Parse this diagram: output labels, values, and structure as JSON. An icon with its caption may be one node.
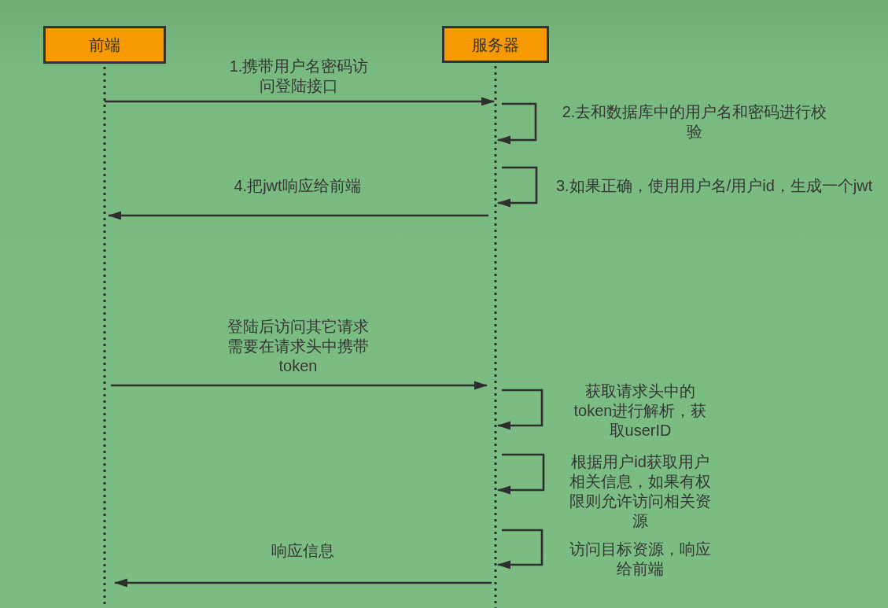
{
  "diagram": {
    "nodes": [
      {
        "text": [
          "前端"
        ]
      },
      {
        "text": [
          "服务器"
        ]
      }
    ],
    "edges": [
      {
        "from": 0,
        "to": 1,
        "arrow": "to",
        "label": "1.携带用户名密码访问登陆接口"
      },
      {
        "from": 1,
        "to": 1,
        "arrow": "to",
        "label": "2.去和数据库中的用户名和密码进行校验"
      },
      {
        "from": 1,
        "to": 1,
        "arrow": "to",
        "label": "3.如果正确，使用用户名/用户id，生成一个jwt"
      },
      {
        "from": 1,
        "to": 0,
        "arrow": "to",
        "label": "4.把jwt响应给前端"
      },
      {
        "from": 0,
        "to": 1,
        "arrow": "to",
        "label": "登陆后访问其它请求需要在请求头中携带token"
      },
      {
        "from": 1,
        "to": 1,
        "arrow": "to",
        "label": "获取请求头中的token进行解析，获取userID"
      },
      {
        "from": 1,
        "to": 1,
        "arrow": "to",
        "label": "根据用户id获取用户相关信息，如果有权限则允许访问相关资源"
      },
      {
        "from": 1,
        "to": 1,
        "arrow": "to",
        "label": "访问目标资源，响应给前端"
      },
      {
        "from": 1,
        "to": 0,
        "arrow": "to",
        "label": "响应信息"
      }
    ]
  }
}
